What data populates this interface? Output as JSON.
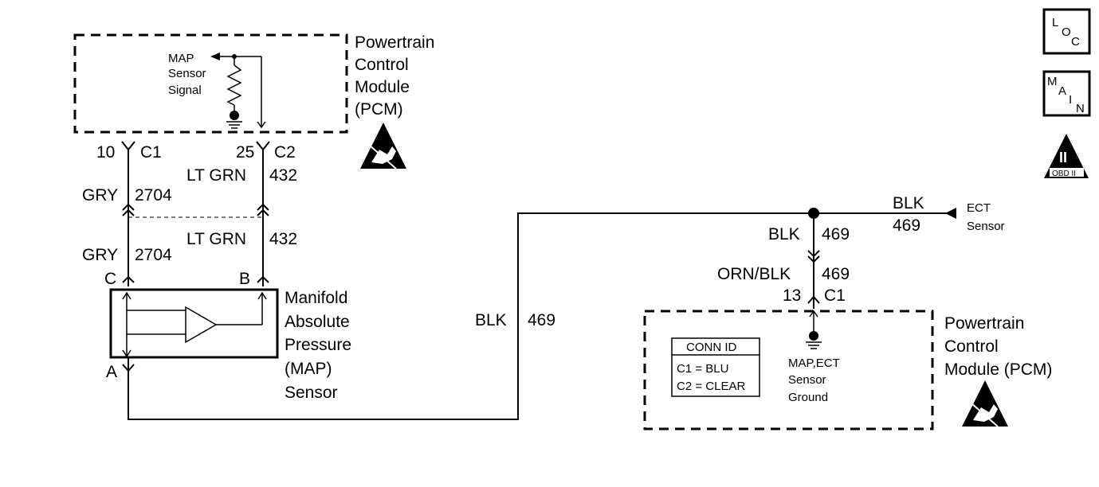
{
  "pcm_top": {
    "title_lines": [
      "Powertrain",
      "Control",
      "Module",
      "(PCM)"
    ],
    "signal_lines": [
      "MAP",
      "Sensor",
      "Signal"
    ]
  },
  "connectors": {
    "c1_pin": "10",
    "c1_name": "C1",
    "c2_pin": "25",
    "c2_name": "C2",
    "ground_pin": "13",
    "ground_name": "C1"
  },
  "wires": {
    "gry_color": "GRY",
    "gry_circuit": "2704",
    "ltgrn_color": "LT GRN",
    "ltgrn_circuit": "432",
    "blk_color": "BLK",
    "blk_circuit": "469",
    "ornblk_color": "ORN/BLK",
    "ornblk_circuit": "469"
  },
  "map_sensor": {
    "pin_c": "C",
    "pin_b": "B",
    "pin_a": "A",
    "title_lines": [
      "Manifold",
      "Absolute",
      "Pressure",
      "(MAP)",
      "Sensor"
    ]
  },
  "ect": {
    "lines": [
      "ECT",
      "Sensor"
    ]
  },
  "pcm_bottom": {
    "title_lines": [
      "Powertrain",
      "Control",
      "Module (PCM)"
    ],
    "ground_lines": [
      "MAP,ECT",
      "Sensor",
      "Ground"
    ]
  },
  "conn_id": {
    "header": "CONN ID",
    "row1": "C1 = BLU",
    "row2": "C2 = CLEAR"
  },
  "icons": {
    "loc_letters": [
      "L",
      "O",
      "C"
    ],
    "main_letters": [
      "M",
      "A",
      "I",
      "N"
    ],
    "obd_numeral": "II",
    "obd_label": "OBD II"
  }
}
